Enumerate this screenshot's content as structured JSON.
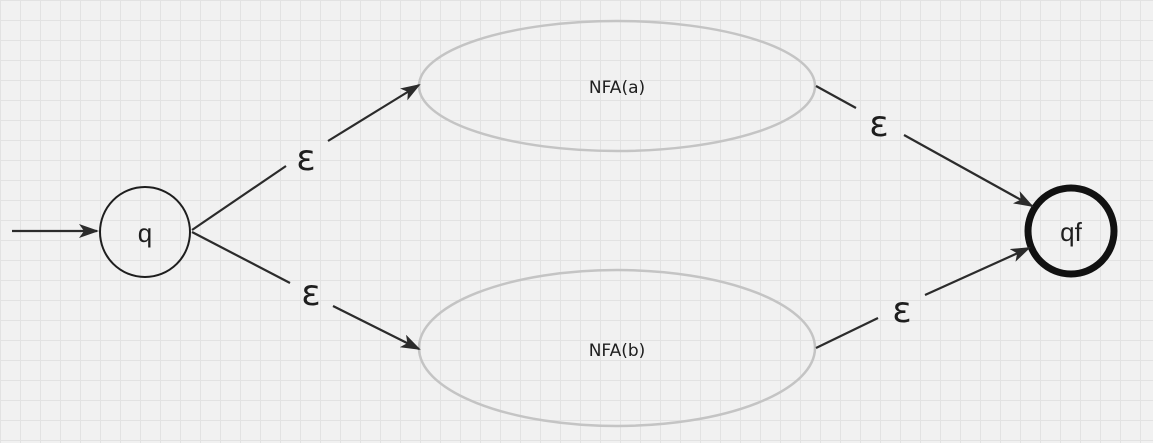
{
  "states": {
    "start": {
      "label": "q"
    },
    "final": {
      "label": "qf"
    }
  },
  "subautomata": {
    "a": {
      "label": "NFA(a)"
    },
    "b": {
      "label": "NFA(b)"
    }
  },
  "transitions": {
    "q_to_a": {
      "symbol": "ε"
    },
    "q_to_b": {
      "symbol": "ε"
    },
    "a_to_qf": {
      "symbol": "ε"
    },
    "b_to_qf": {
      "symbol": "ε"
    }
  },
  "colors": {
    "stroke": "#2b2b2b",
    "ellipse_stroke": "#c4c4c4",
    "background": "#f1f1f1",
    "grid": "#e2e2e2"
  }
}
